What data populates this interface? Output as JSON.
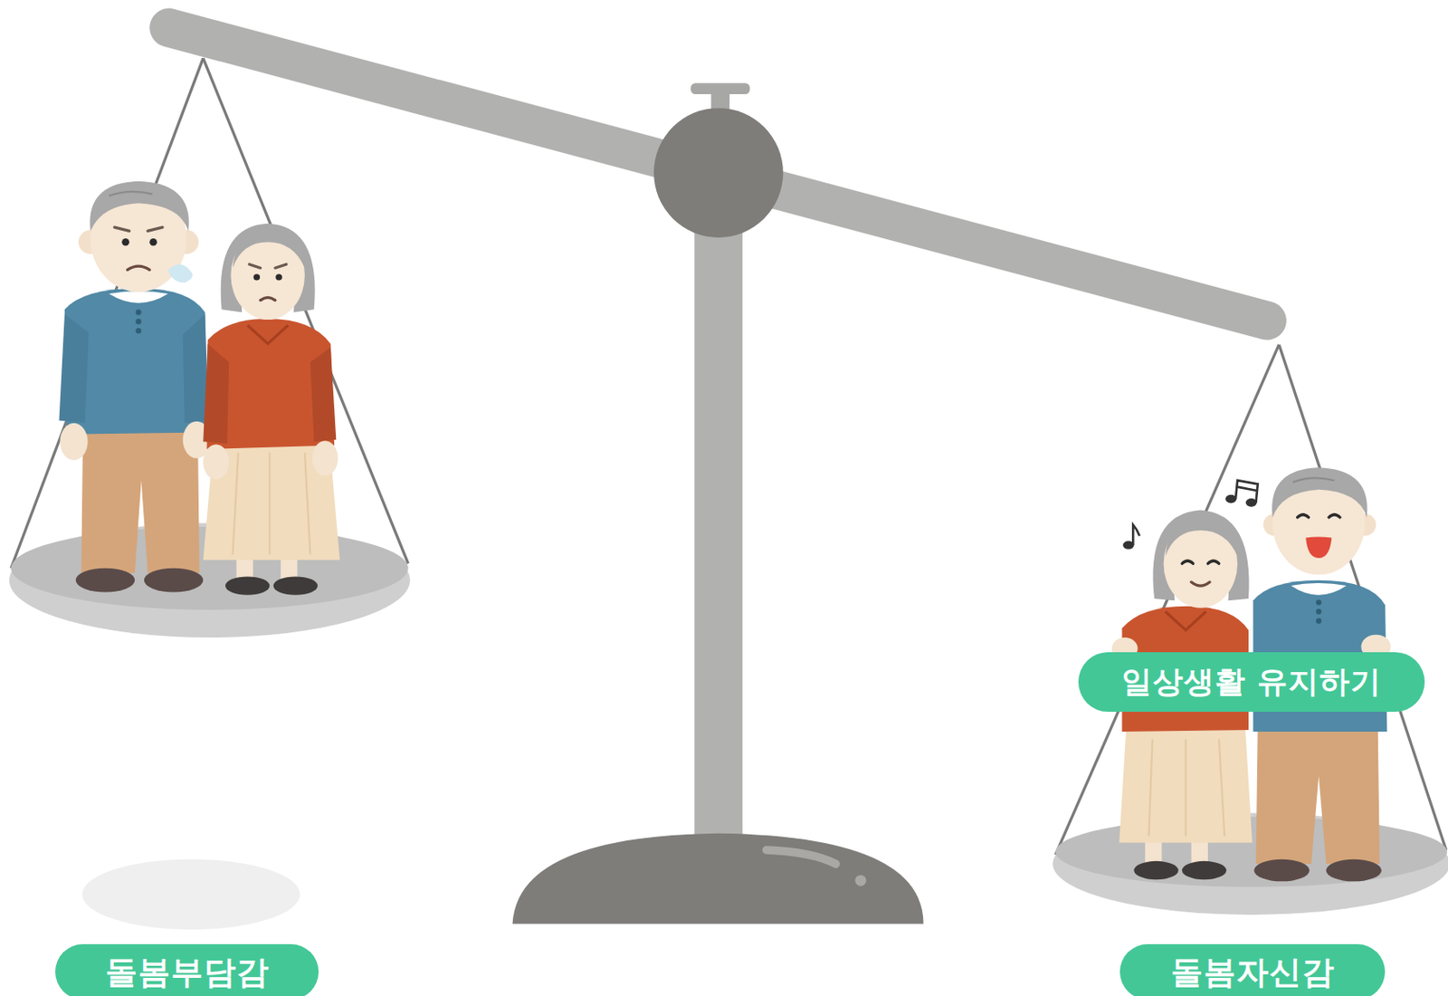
{
  "diagram": {
    "nodes": [
      {
        "text": [
          "일상생활 유지하기"
        ]
      },
      {
        "text": [
          "돌봄부담감"
        ]
      },
      {
        "text": [
          "돌봄자신감"
        ]
      }
    ]
  }
}
